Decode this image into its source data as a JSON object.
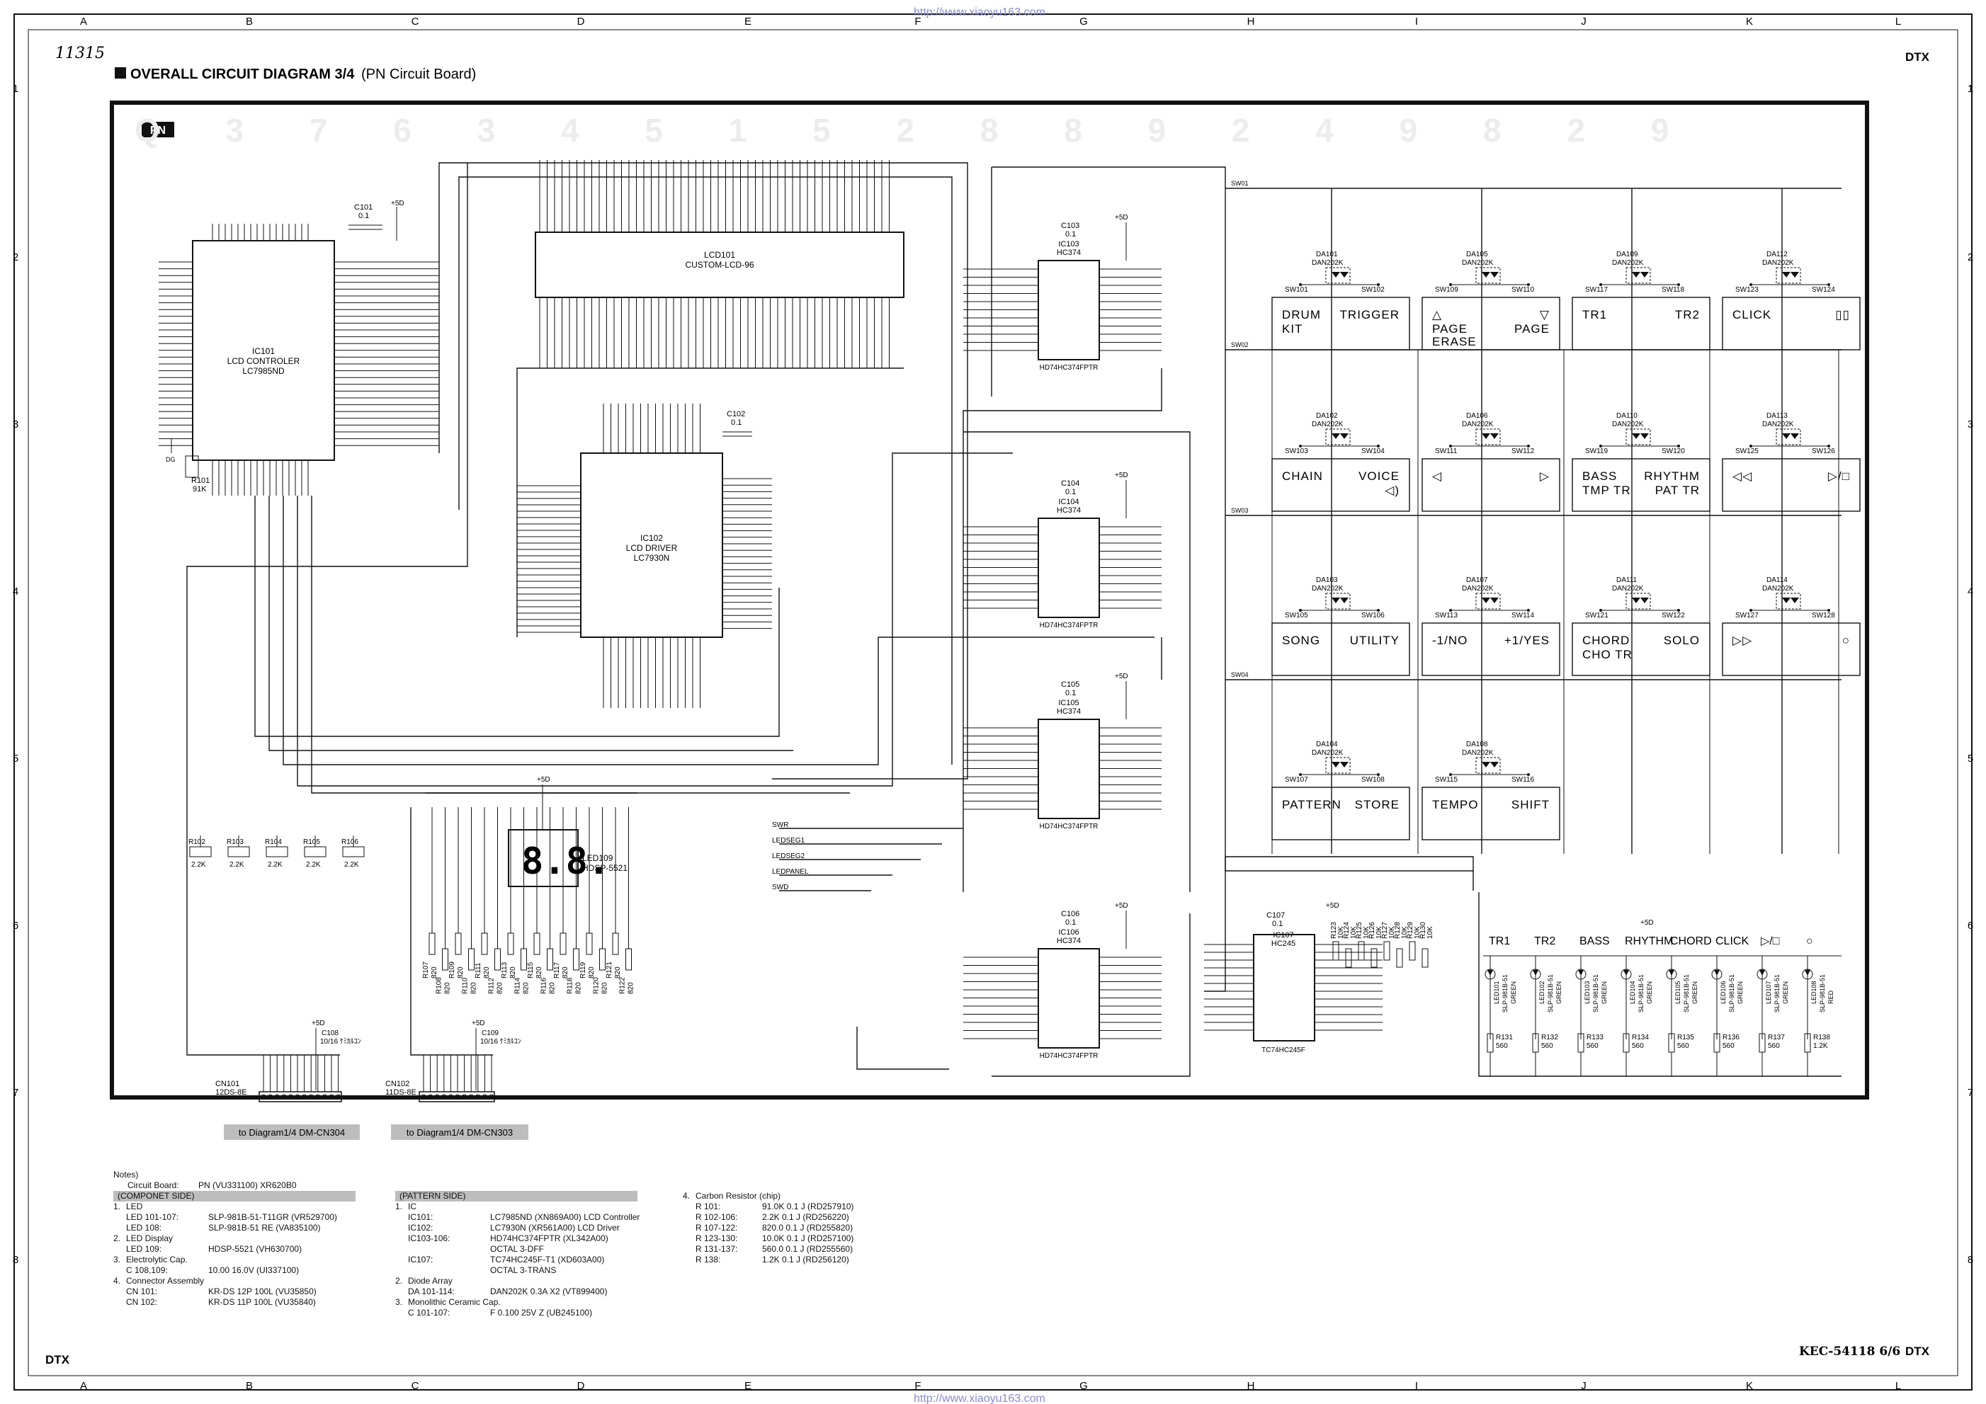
{
  "page": {
    "title_handwritten": "11315",
    "title": "OVERALL CIRCUIT DIAGRAM 3/4",
    "subtitle": "(PN Circuit Board)",
    "model": "DTX",
    "doc_code": "KEC-54118 6/6",
    "url": "http://www.xiaoyu163.com",
    "board_tag": "PN"
  },
  "grid": {
    "columns": [
      "A",
      "B",
      "C",
      "D",
      "E",
      "F",
      "G",
      "H",
      "I",
      "J",
      "K",
      "L"
    ],
    "rows": [
      "1",
      "2",
      "3",
      "4",
      "5",
      "6",
      "7",
      "8"
    ]
  },
  "ics": {
    "ic101": {
      "ref": "IC101",
      "name": "LCD CONTROLER",
      "part": "LC7985ND"
    },
    "lcd101": {
      "ref": "LCD101",
      "name": "CUSTOM-LCD-96"
    },
    "ic102": {
      "ref": "IC102",
      "name": "LCD DRIVER",
      "part": "LC7930N"
    },
    "ic103": {
      "ref": "IC103",
      "name": "HC374",
      "part": "HD74HC374FPTR"
    },
    "ic104": {
      "ref": "IC104",
      "name": "HC374",
      "part": "HD74HC374FPTR"
    },
    "ic105": {
      "ref": "IC105",
      "name": "HC374",
      "part": "HD74HC374FPTR"
    },
    "ic106": {
      "ref": "IC106",
      "name": "HC374",
      "part": "HD74HC374FPTR"
    },
    "ic107": {
      "ref": "IC107",
      "name": "HC245",
      "part": "TC74HC245F"
    },
    "led109": {
      "ref": "LED109",
      "part": "HDSP-5521"
    }
  },
  "caps": {
    "c101": {
      "ref": "C101",
      "value": "0.1"
    },
    "c102": {
      "ref": "C102",
      "value": "0.1"
    },
    "c103": {
      "ref": "C103",
      "value": "0.1"
    },
    "c104": {
      "ref": "C104",
      "value": "0.1"
    },
    "c105": {
      "ref": "C105",
      "value": "0.1"
    },
    "c106": {
      "ref": "C106",
      "value": "0.1"
    },
    "c107": {
      "ref": "C107",
      "value": "0.1"
    },
    "c108": {
      "ref": "C108",
      "value": "10/16 ｹﾐｶﾙｺﾝ"
    },
    "c109": {
      "ref": "C109",
      "value": "10/16 ｹﾐｶﾙｺﾝ"
    }
  },
  "power": {
    "v5": "+5D",
    "gnd": "DG"
  },
  "resistors_left": [
    {
      "ref": "R101",
      "value": "91K"
    },
    {
      "ref": "R102",
      "value": "2.2K"
    },
    {
      "ref": "R103",
      "value": "2.2K"
    },
    {
      "ref": "R104",
      "value": "2.2K"
    },
    {
      "ref": "R105",
      "value": "2.2K"
    },
    {
      "ref": "R106",
      "value": "2.2K"
    }
  ],
  "resistors_seg": [
    {
      "ref": "R107",
      "value": "820"
    },
    {
      "ref": "R108",
      "value": "820"
    },
    {
      "ref": "R109",
      "value": "820"
    },
    {
      "ref": "R110",
      "value": "820"
    },
    {
      "ref": "R111",
      "value": "820"
    },
    {
      "ref": "R112",
      "value": "820"
    },
    {
      "ref": "R113",
      "value": "820"
    },
    {
      "ref": "R114",
      "value": "820"
    },
    {
      "ref": "R115",
      "value": "820"
    },
    {
      "ref": "R116",
      "value": "820"
    },
    {
      "ref": "R117",
      "value": "820"
    },
    {
      "ref": "R118",
      "value": "820"
    },
    {
      "ref": "R119",
      "value": "820"
    },
    {
      "ref": "R120",
      "value": "820"
    },
    {
      "ref": "R121",
      "value": "820"
    },
    {
      "ref": "R122",
      "value": "820"
    }
  ],
  "resistors_sw": [
    {
      "ref": "R123",
      "value": "10K"
    },
    {
      "ref": "R124",
      "value": "10K"
    },
    {
      "ref": "R125",
      "value": "10K"
    },
    {
      "ref": "R126",
      "value": "10K"
    },
    {
      "ref": "R127",
      "value": "10K"
    },
    {
      "ref": "R128",
      "value": "10K"
    },
    {
      "ref": "R129",
      "value": "10K"
    },
    {
      "ref": "R130",
      "value": "10K"
    }
  ],
  "connectors": {
    "cn101": {
      "ref": "CN101",
      "part": "12DS-8E",
      "note": "to Diagram1/4 DM-CN304"
    },
    "cn102": {
      "ref": "CN102",
      "part": "11DS-8E",
      "note": "to Diagram1/4 DM-CN303"
    }
  },
  "switch_panels": [
    {
      "row": 0,
      "col": 0,
      "diode": "DA101",
      "dpart": "DAN202K",
      "swL": "SW101",
      "swR": "SW102",
      "textL": "DRUM",
      "textL2": "KIT",
      "textR": "TRIGGER",
      "textR2": ""
    },
    {
      "row": 0,
      "col": 1,
      "diode": "DA105",
      "dpart": "DAN202K",
      "swL": "SW109",
      "swR": "SW110",
      "textL": "△",
      "textL2": "PAGE",
      "textL3": "ERASE",
      "textR": "▽",
      "textR2": "PAGE"
    },
    {
      "row": 0,
      "col": 2,
      "diode": "DA109",
      "dpart": "DAN202K",
      "swL": "SW117",
      "swR": "SW118",
      "textL": "TR1",
      "textL2": "",
      "textR": "TR2",
      "textR2": ""
    },
    {
      "row": 0,
      "col": 3,
      "diode": "DA112",
      "dpart": "DAN202K",
      "swL": "SW123",
      "swR": "SW124",
      "textL": "CLICK",
      "textL2": "",
      "textR": "▯▯",
      "textR2": ""
    },
    {
      "row": 1,
      "col": 0,
      "diode": "DA102",
      "dpart": "DAN202K",
      "swL": "SW103",
      "swR": "SW104",
      "textL": "CHAIN",
      "textL2": "",
      "textR": "VOICE",
      "textR2": "◁)"
    },
    {
      "row": 1,
      "col": 1,
      "diode": "DA106",
      "dpart": "DAN202K",
      "swL": "SW111",
      "swR": "SW112",
      "textL": "◁",
      "textL2": "",
      "textR": "▷",
      "textR2": ""
    },
    {
      "row": 1,
      "col": 2,
      "diode": "DA110",
      "dpart": "DAN202K",
      "swL": "SW119",
      "swR": "SW120",
      "textL": "BASS",
      "textL2": "TMP TR",
      "textR": "RHYTHM",
      "textR2": "PAT TR"
    },
    {
      "row": 1,
      "col": 3,
      "diode": "DA113",
      "dpart": "DAN202K",
      "swL": "SW125",
      "swR": "SW126",
      "textL": "◁◁",
      "textL2": "",
      "textR": "▷/□",
      "textR2": ""
    },
    {
      "row": 2,
      "col": 0,
      "diode": "DA103",
      "dpart": "DAN202K",
      "swL": "SW105",
      "swR": "SW106",
      "textL": "SONG",
      "textL2": "",
      "textR": "UTILITY",
      "textR2": ""
    },
    {
      "row": 2,
      "col": 1,
      "diode": "DA107",
      "dpart": "DAN202K",
      "swL": "SW113",
      "swR": "SW114",
      "textL": "-1/NO",
      "textL2": "",
      "textR": "+1/YES",
      "textR2": ""
    },
    {
      "row": 2,
      "col": 2,
      "diode": "DA111",
      "dpart": "DAN202K",
      "swL": "SW121",
      "swR": "SW122",
      "textL": "CHORD",
      "textL2": "CHO TR",
      "textR": "SOLO",
      "textR2": ""
    },
    {
      "row": 2,
      "col": 3,
      "diode": "DA114",
      "dpart": "DAN202K",
      "swL": "SW127",
      "swR": "SW128",
      "textL": "▷▷",
      "textL2": "",
      "textR": "○",
      "textR2": ""
    },
    {
      "row": 3,
      "col": 0,
      "diode": "DA104",
      "dpart": "DAN202K",
      "swL": "SW107",
      "swR": "SW108",
      "textL": "PATTERN",
      "textL2": "",
      "textR": "STORE",
      "textR2": ""
    },
    {
      "row": 3,
      "col": 1,
      "diode": "DA108",
      "dpart": "DAN202K",
      "swL": "SW115",
      "swR": "SW116",
      "textL": "TEMPO",
      "textL2": "",
      "textR": "SHIFT",
      "textR2": ""
    }
  ],
  "led_row": {
    "labels": [
      "TR1",
      "TR2",
      "BASS",
      "RHYTHM",
      "CHORD",
      "CLICK",
      "▷/□",
      "○"
    ],
    "leds": [
      {
        "ref": "LED101",
        "part": "SLP-981B-51",
        "color": "GREEN",
        "r": "R131",
        "rv": "560"
      },
      {
        "ref": "LED102",
        "part": "SLP-981B-51",
        "color": "GREEN",
        "r": "R132",
        "rv": "560"
      },
      {
        "ref": "LED103",
        "part": "SLP-981B-51",
        "color": "GREEN",
        "r": "R133",
        "rv": "560"
      },
      {
        "ref": "LED104",
        "part": "SLP-981B-51",
        "color": "GREEN",
        "r": "R134",
        "rv": "560"
      },
      {
        "ref": "LED105",
        "part": "SLP-981B-51",
        "color": "GREEN",
        "r": "R135",
        "rv": "560"
      },
      {
        "ref": "LED106",
        "part": "SLP-981B-51",
        "color": "GREEN",
        "r": "R136",
        "rv": "560"
      },
      {
        "ref": "LED107",
        "part": "SLP-981B-51",
        "color": "GREEN",
        "r": "R137",
        "rv": "560"
      },
      {
        "ref": "LED108",
        "part": "SLP-981B-51",
        "color": "RED",
        "r": "R138",
        "rv": "1.2K"
      }
    ]
  },
  "notes": {
    "title": "Notes)",
    "board_label": "Circuit Board:",
    "board_value": "PN (VU331100) XR620B0",
    "component_side": "(COMPONET SIDE)",
    "pattern_side": "(PATTERN SIDE)",
    "col1": [
      [
        "1.",
        "LED",
        ""
      ],
      [
        "",
        "LED 101-107:",
        "SLP-981B-51-T11GR (VR529700)"
      ],
      [
        "",
        "LED 108:",
        "SLP-981B-51 RE (VA835100)"
      ],
      [
        "2.",
        "LED Display",
        ""
      ],
      [
        "",
        "LED 109:",
        "HDSP-5521 (VH630700)"
      ],
      [
        "3.",
        "Electrolytic Cap.",
        ""
      ],
      [
        "",
        "C 108,109:",
        "10.00  16.0V (UI337100)"
      ],
      [
        "4.",
        "Connector Assembly",
        ""
      ],
      [
        "",
        "CN 101:",
        "KR-DS 12P 100L (VU35850)"
      ],
      [
        "",
        "CN 102:",
        "KR-DS 11P 100L (VU35840)"
      ]
    ],
    "col2": [
      [
        "1.",
        "IC",
        ""
      ],
      [
        "",
        "IC101:",
        "LC7985ND (XN869A00) LCD Controller"
      ],
      [
        "",
        "IC102:",
        "LC7930N (XR561A00) LCD Driver"
      ],
      [
        "",
        "IC103-106:",
        "HD74HC374FPTR (XL342A00)"
      ],
      [
        "",
        "",
        "OCTAL 3-DFF"
      ],
      [
        "",
        "IC107:",
        "TC74HC245F-T1 (XD603A00)"
      ],
      [
        "",
        "",
        "OCTAL 3-TRANS"
      ],
      [
        "2.",
        "Diode Array",
        ""
      ],
      [
        "",
        "DA 101-114:",
        "DAN202K 0.3A X2 (VT899400)"
      ],
      [
        "3.",
        "Monolithic Ceramic Cap.",
        ""
      ],
      [
        "",
        "C 101-107:",
        "F 0.100 25V Z (UB245100)"
      ]
    ],
    "col3": [
      [
        "4.",
        "Carbon Resistor (chip)",
        ""
      ],
      [
        "",
        "R 101:",
        "91.0K 0.1 J (RD257910)"
      ],
      [
        "",
        "R 102-106:",
        "2.2K 0.1 J (RD256220)"
      ],
      [
        "",
        "R 107-122:",
        "820.0 0.1 J (RD255820)"
      ],
      [
        "",
        "R 123-130:",
        "10.0K 0.1 J (RD257100)"
      ],
      [
        "",
        "R 131-137:",
        "560.0 0.1 J (RD255560)"
      ],
      [
        "",
        "R 138:",
        "1.2K 0.1 J (RD256120)"
      ]
    ]
  },
  "signals": {
    "swr": "SWR",
    "swd": "SWD",
    "ledpanel": "LEDPANEL",
    "ledseg1": "LEDSEG1",
    "ledseg2": "LEDSEG2",
    "sw_lines": [
      "SW01",
      "SW02",
      "SW03",
      "SW04"
    ]
  },
  "colors": {
    "ink": "#111111",
    "paper": "#ffffff",
    "tag": "#bdbdbd",
    "watermark": "#e6e6e6"
  }
}
